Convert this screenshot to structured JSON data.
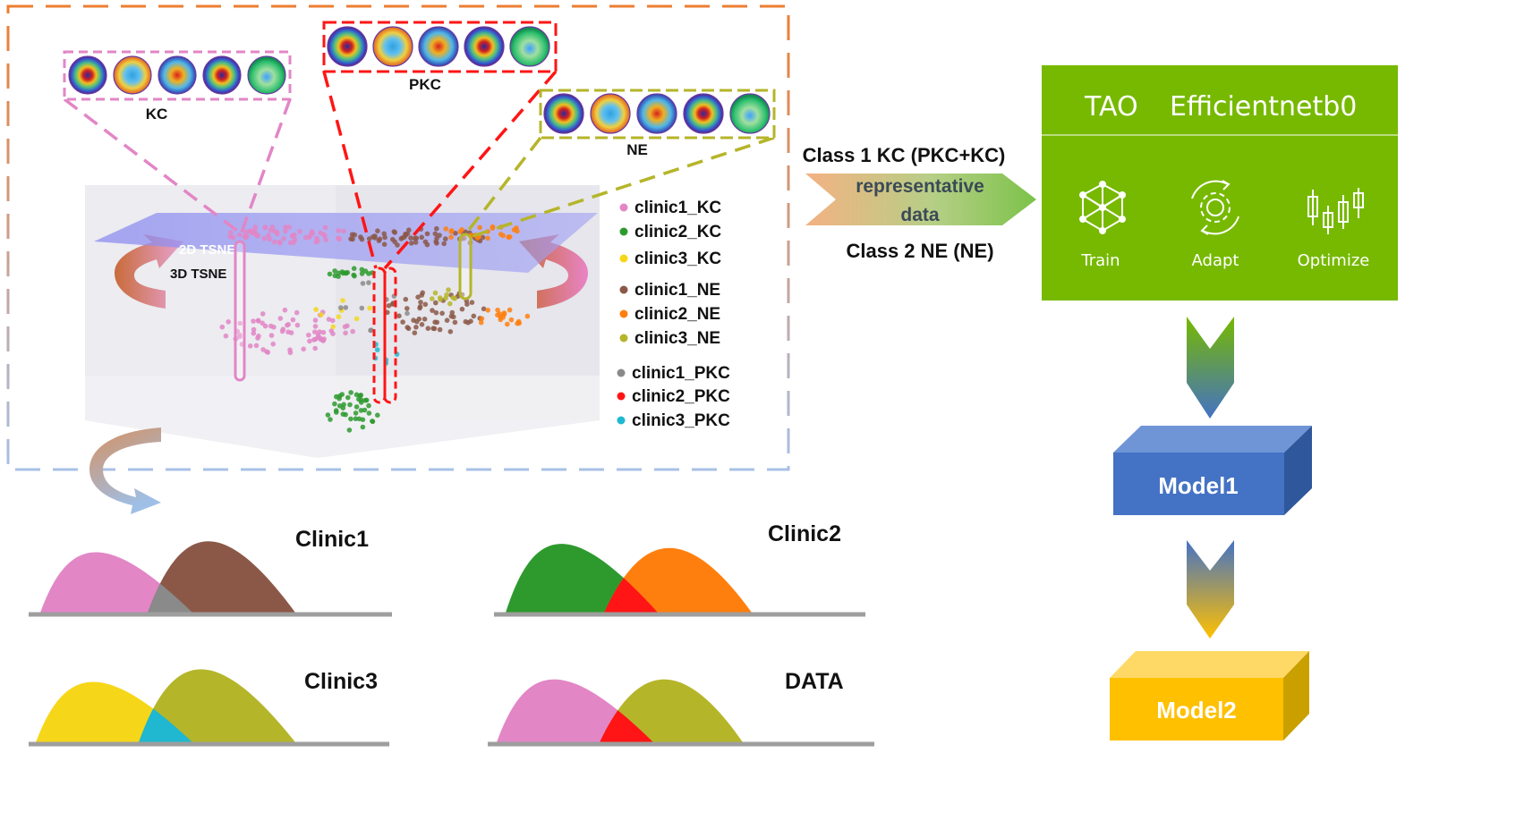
{
  "colors": {
    "kc": "#e286c6",
    "ne": "#8b5848",
    "pkc": "#8a8a8a",
    "green": "#2e9a2e",
    "orange": "#ff7f0e",
    "yellow": "#f6d619",
    "olive": "#b5b52a",
    "red": "#ff1515",
    "cyan": "#1fb8d0",
    "tao_bg": "#76b900",
    "model1": "#4472c4",
    "model2": "#ffc000",
    "frame_top": "#ed7d31",
    "frame_bottom": "#a8c0e6"
  },
  "topo_groups": {
    "kc": {
      "label": "KC"
    },
    "pkc": {
      "label": "PKC"
    },
    "ne": {
      "label": "NE"
    }
  },
  "tsne": {
    "plane_2d": "2D TSNE",
    "plane_3d": "3D TSNE",
    "legend": [
      {
        "label": "clinic1_KC",
        "color": "#e286c6"
      },
      {
        "label": "clinic2_KC",
        "color": "#2e9a2e"
      },
      {
        "label": "clinic3_KC",
        "color": "#f6d619"
      },
      {
        "label": "clinic1_NE",
        "color": "#8b5848"
      },
      {
        "label": "clinic2_NE",
        "color": "#ff7f0e"
      },
      {
        "label": "clinic3_NE",
        "color": "#b5b52a"
      },
      {
        "label": "clinic1_PKC",
        "color": "#8a8a8a"
      },
      {
        "label": "clinic2_PKC",
        "color": "#ff1515"
      },
      {
        "label": "clinic3_PKC",
        "color": "#1fb8d0"
      }
    ]
  },
  "classes": {
    "class1": "Class 1 KC  (PKC+KC)",
    "arrow_line1": "representative",
    "arrow_line2": "data",
    "class2": "Class 2 NE  (NE)"
  },
  "tao": {
    "title_left": "TAO",
    "title_right": "Efficientnetb0",
    "tools": [
      {
        "label": "Train",
        "icon": "neural-network-icon"
      },
      {
        "label": "Adapt",
        "icon": "gear-cycle-icon"
      },
      {
        "label": "Optimize",
        "icon": "candlestick-icon"
      }
    ]
  },
  "models": {
    "model1": "Model1",
    "model2": "Model2"
  },
  "distributions": [
    {
      "label": "Clinic1",
      "left_color": "#e286c6",
      "right_color": "#8b5848",
      "overlap_color": "#8a8a8a"
    },
    {
      "label": "Clinic2",
      "left_color": "#2e9a2e",
      "right_color": "#ff7f0e",
      "overlap_color": "#ff1515"
    },
    {
      "label": "Clinic3",
      "left_color": "#f6d619",
      "right_color": "#b5b52a",
      "overlap_color": "#1fb8d0"
    },
    {
      "label": "DATA",
      "left_color": "#e286c6",
      "right_color": "#b5b52a",
      "overlap_color": "#ff1515"
    }
  ]
}
